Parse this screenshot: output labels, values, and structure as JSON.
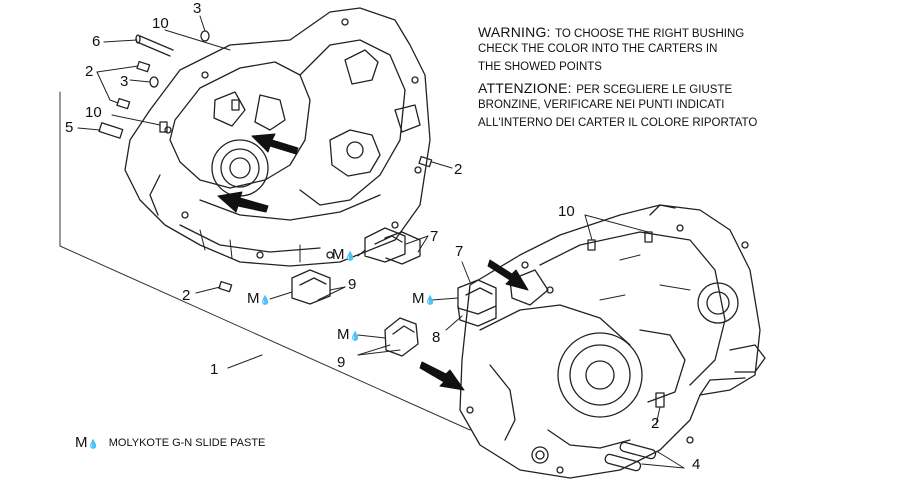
{
  "warning": {
    "en_lead": "WARNING:",
    "en_rest": "TO CHOOSE THE RIGHT BUSHING",
    "en_line2": "CHECK THE COLOR INTO THE CARTERS IN",
    "en_line3": "THE SHOWED POINTS",
    "it_lead": "ATTENZIONE:",
    "it_rest": "PER SCEGLIERE LE GIUSTE",
    "it_line2": "BRONZINE, VERIFICARE NEI PUNTI INDICATI",
    "it_line3": "ALL'INTERNO DEI CARTER IL COLORE RIPORTATO"
  },
  "legend": {
    "symbol": "M",
    "text": "MOLYKOTE G-N SLIDE PASTE"
  },
  "callouts": {
    "c1": "1",
    "c2a": "2",
    "c2b": "2",
    "c2c": "2",
    "c2d": "2",
    "c3a": "3",
    "c3b": "3",
    "c4": "4",
    "c5": "5",
    "c6": "6",
    "c7a": "7",
    "c7b": "7",
    "c8": "8",
    "c9a": "9",
    "c9b": "9",
    "c10a": "10",
    "c10b": "10",
    "c10c": "10"
  },
  "m_marks": {
    "m1": "M",
    "m2": "M",
    "m3": "M",
    "m4": "M"
  }
}
